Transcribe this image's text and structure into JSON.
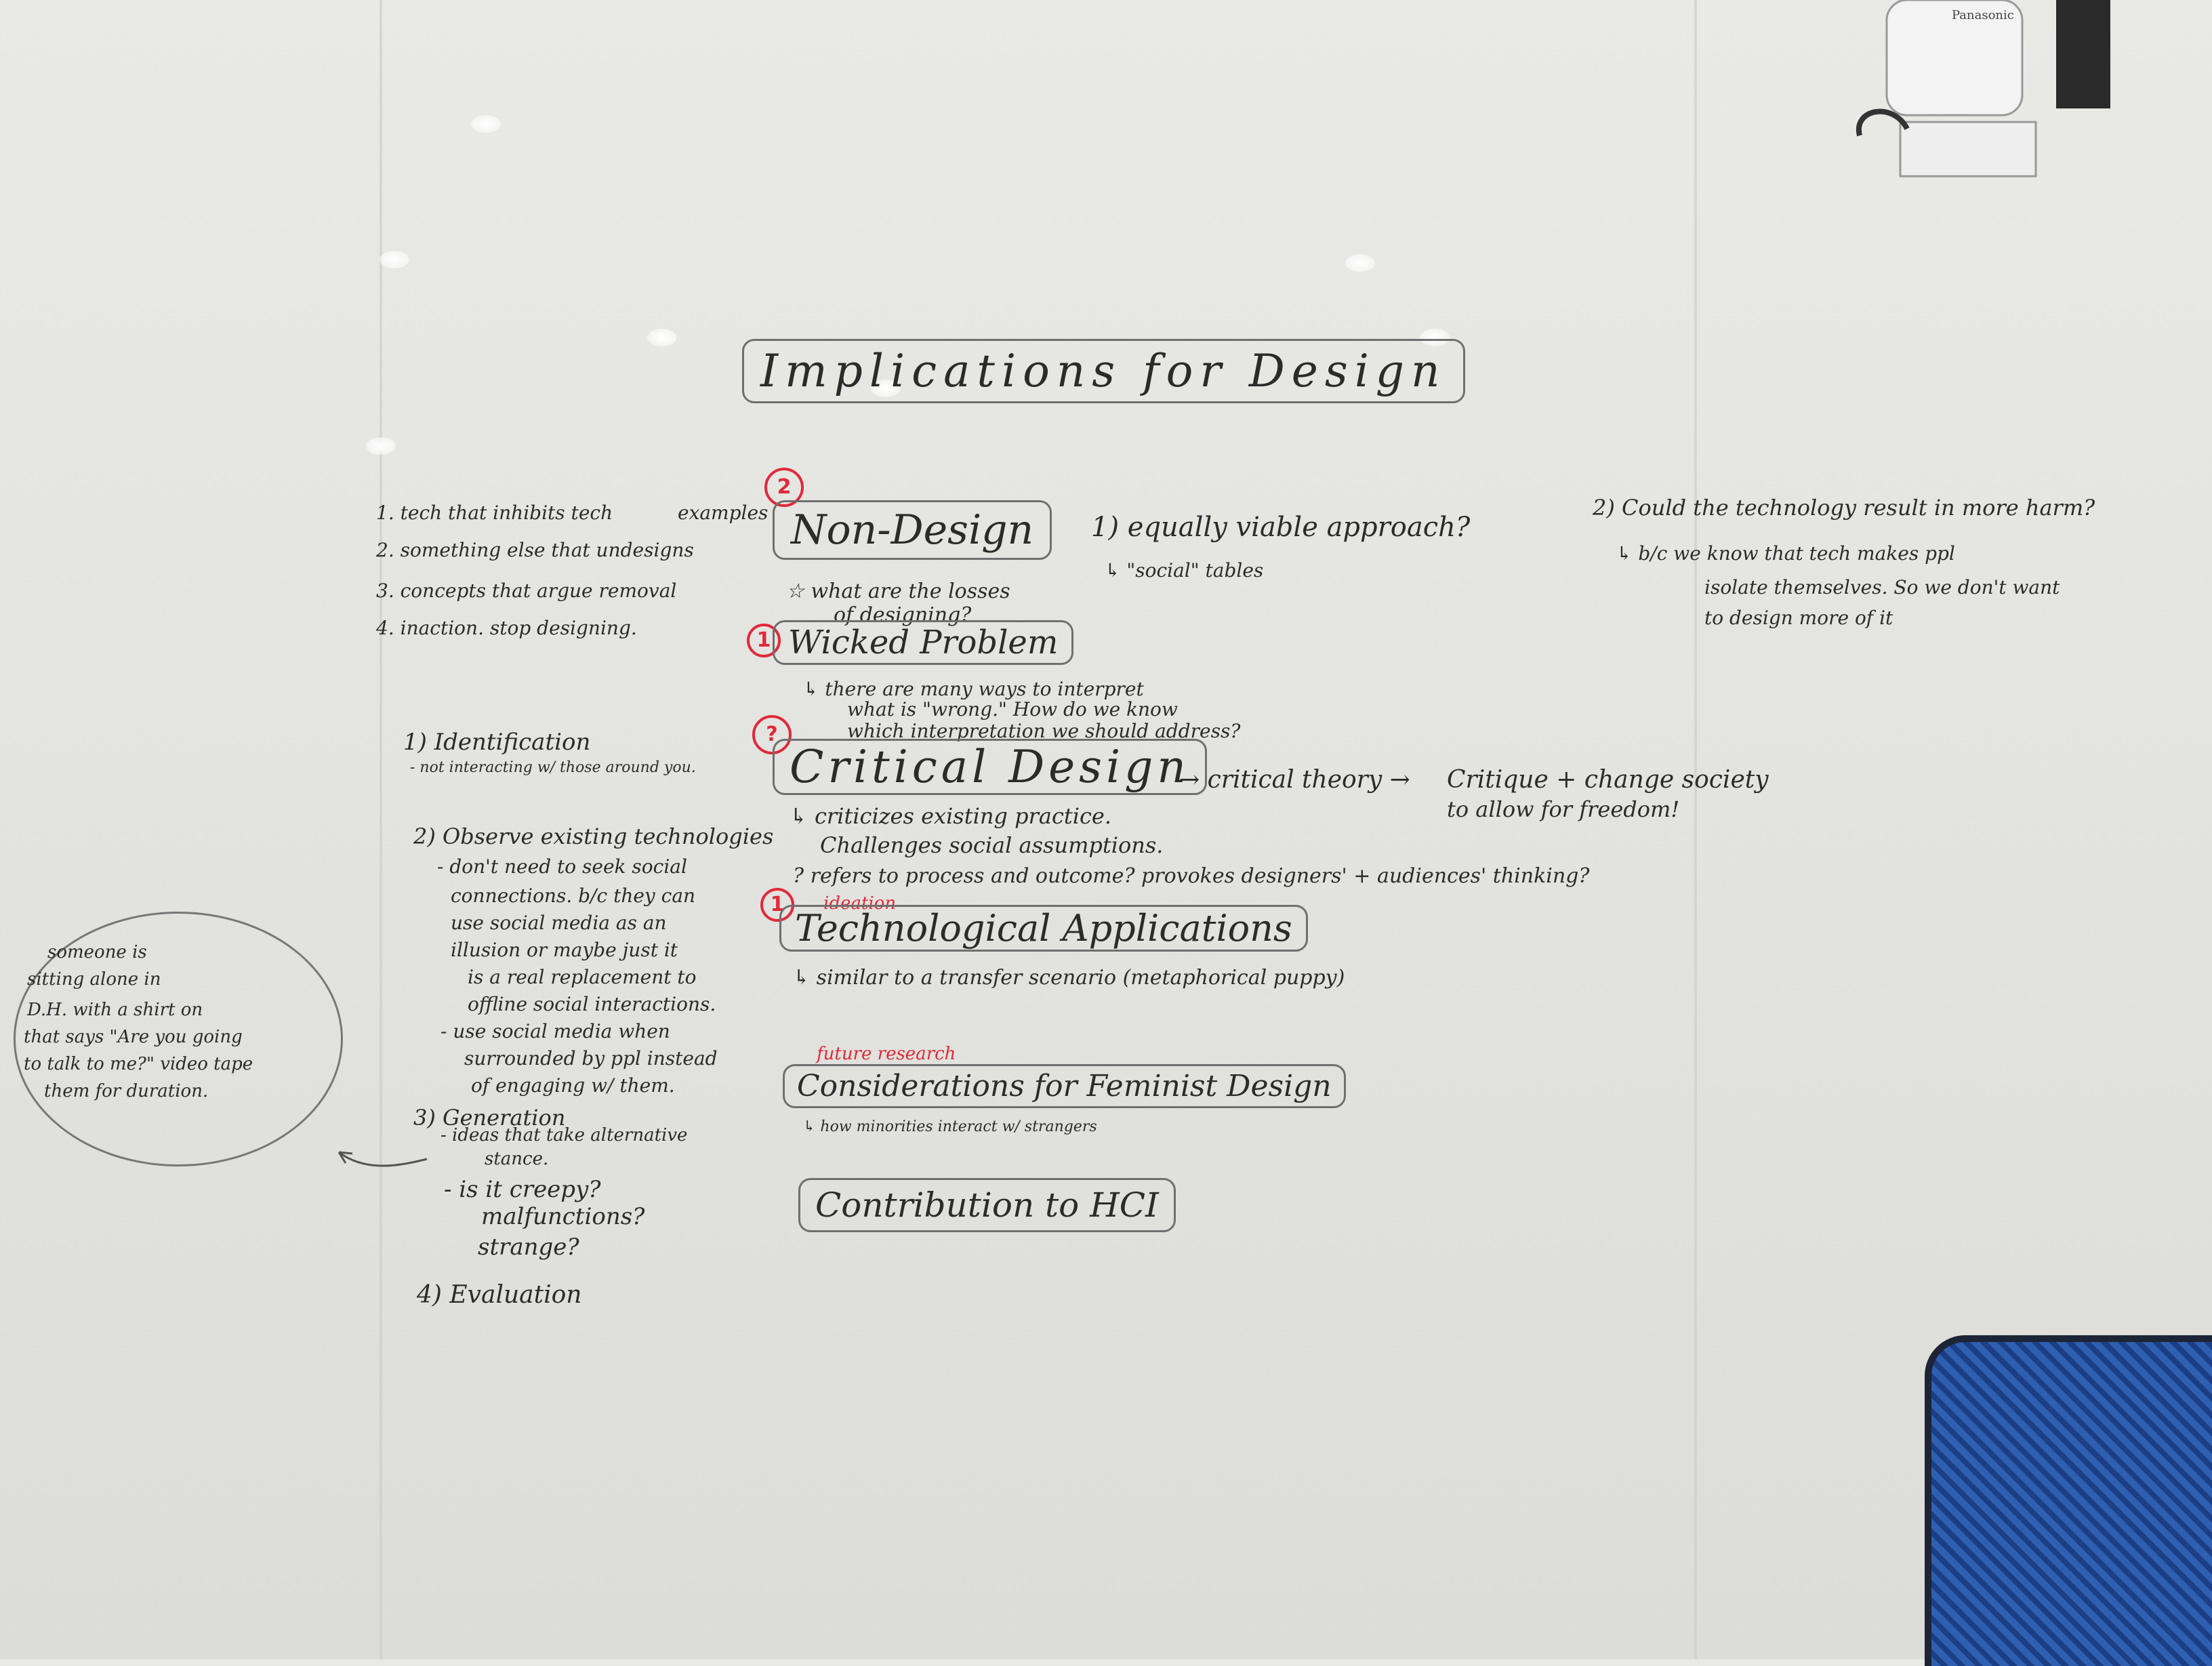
{
  "whiteboard": {
    "title": "Implications for Design",
    "non_design": {
      "label": "Non-Design",
      "badge": "2",
      "examples_label": "examples",
      "list": [
        "1. tech that inhibits tech",
        "2. something else that undesigns",
        "3. concepts that argue removal",
        "4. inaction. stop designing."
      ],
      "question": "1) equally viable approach?",
      "sub": "↳ \"social\" tables",
      "losses": "☆ what are the losses",
      "losses2": "of designing?"
    },
    "right_note": [
      "2) Could the technology result in more harm?",
      "↳ b/c we know that tech makes ppl",
      "isolate themselves. So we don't want",
      "to design more of it"
    ],
    "wicked": {
      "label": "Wicked Problem",
      "badge": "1",
      "notes": [
        "↳ there are many ways to interpret",
        "what is \"wrong.\" How do we know",
        "which interpretation we should address?"
      ]
    },
    "critical": {
      "label": "Critical Design",
      "badge": "?",
      "arrow1": "→ critical theory →",
      "arrow2": "Critique + change society",
      "arrow3": "to allow for freedom!",
      "notes": [
        "↳ criticizes existing practice.",
        "Challenges social assumptions.",
        "? refers to process and outcome?   provokes designers' + audiences' thinking?"
      ]
    },
    "left_steps": [
      "1) Identification",
      "- not interacting w/ those around you.",
      "2) Observe existing technologies",
      "- don't need to seek social",
      "connections. b/c they can",
      "use social media as an",
      "illusion or maybe just it",
      "is a real replacement to",
      "offline social interactions.",
      "- use social media when",
      "surrounded by ppl instead",
      "of engaging w/ them.",
      "3) Generation",
      "- ideas that take alternative",
      "stance.",
      "- is it creepy?",
      "malfunctions?",
      "strange?",
      "4) Evaluation"
    ],
    "bubble_text": [
      "someone is",
      "sitting alone in",
      "D.H. with a shirt on",
      "that says \"Are you going",
      "to talk to me?\" video tape",
      "them for duration."
    ],
    "tech_apps": {
      "label": "Technological Applications",
      "badge": "1",
      "red_tag": "ideation",
      "note": "↳ similar to a transfer scenario (metaphorical puppy)"
    },
    "feminist": {
      "red_tag": "future research",
      "label": "Considerations for Feminist Design",
      "note": "↳ how minorities interact w/ strangers"
    },
    "hci": {
      "label": "Contribution to HCI"
    },
    "projector_brand": "Panasonic",
    "colors": {
      "ink": "#2b2b2b",
      "red": "#e02a3a",
      "board": "#e6e6e2",
      "chair": "#2f5fb0"
    }
  }
}
